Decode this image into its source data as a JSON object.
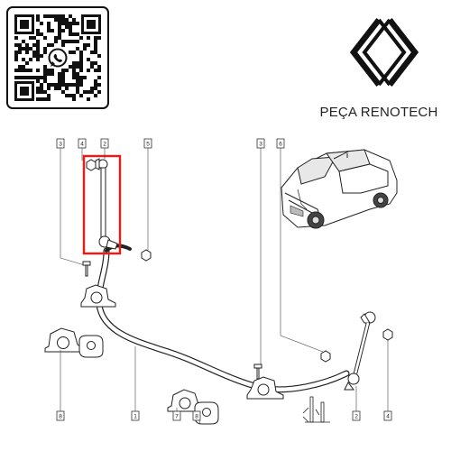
{
  "brand": {
    "name": "PEÇA RENOTECH",
    "logo_icon": "renault-diamond-logo",
    "qr_icon": "whatsapp-qr-code"
  },
  "diagram": {
    "highlight_color": "#e0201b",
    "callouts": [
      {
        "id": "c3a",
        "label": "3"
      },
      {
        "id": "c4a",
        "label": "4"
      },
      {
        "id": "c2a",
        "label": "2"
      },
      {
        "id": "c5a",
        "label": "5"
      },
      {
        "id": "c3b",
        "label": "3"
      },
      {
        "id": "c6b",
        "label": "6"
      },
      {
        "id": "c8a",
        "label": "8"
      },
      {
        "id": "c1a",
        "label": "1"
      },
      {
        "id": "c7a",
        "label": "7"
      },
      {
        "id": "c8b",
        "label": "8"
      },
      {
        "id": "c2b",
        "label": "2"
      },
      {
        "id": "c4b",
        "label": "4"
      }
    ]
  }
}
